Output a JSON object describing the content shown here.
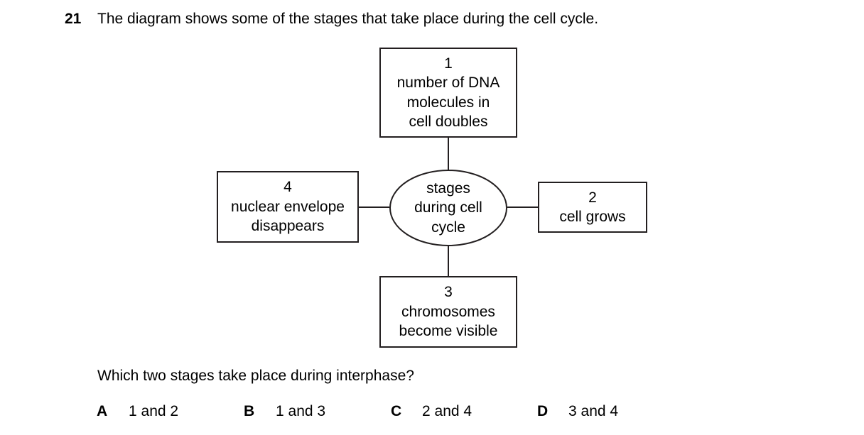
{
  "question": {
    "number": "21",
    "stem": "The diagram shows some of the stages that take place during the cell cycle."
  },
  "diagram": {
    "center": {
      "lines": [
        "stages",
        "during cell",
        "cycle"
      ]
    },
    "stages": [
      {
        "number": "1",
        "lines": [
          "number of DNA",
          "molecules in",
          "cell doubles"
        ]
      },
      {
        "number": "2",
        "lines": [
          "cell grows"
        ]
      },
      {
        "number": "3",
        "lines": [
          "chromosomes",
          "become visible"
        ]
      },
      {
        "number": "4",
        "lines": [
          "nuclear envelope",
          "disappears"
        ]
      }
    ]
  },
  "prompt": "Which two stages take place during interphase?",
  "options": [
    {
      "letter": "A",
      "text": "1 and 2"
    },
    {
      "letter": "B",
      "text": "1 and 3"
    },
    {
      "letter": "C",
      "text": "2 and 4"
    },
    {
      "letter": "D",
      "text": "3 and 4"
    }
  ],
  "colors": {
    "text": "#000000",
    "line": "#231f20",
    "background": "#ffffff"
  }
}
